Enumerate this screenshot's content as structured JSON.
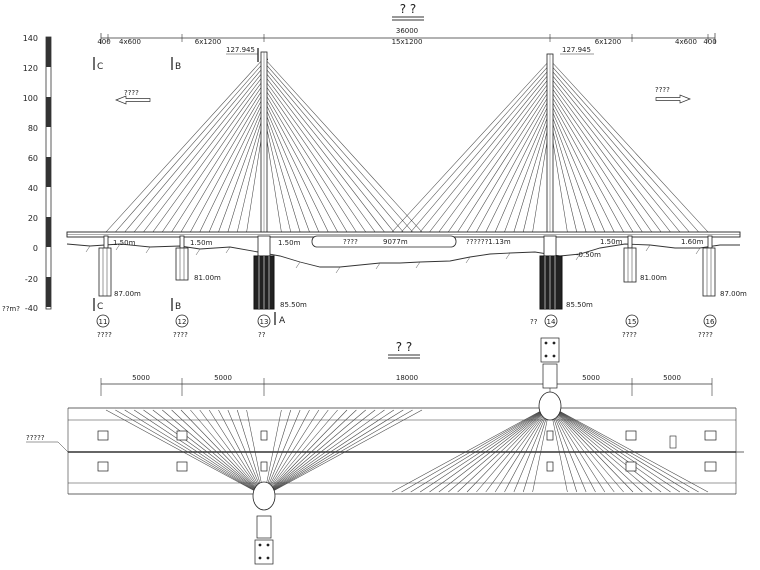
{
  "elevation": {
    "title": "? ?",
    "scale": {
      "ticks": [
        "140",
        "120",
        "100",
        "80",
        "60",
        "40",
        "20",
        "0",
        "-20",
        "-40"
      ],
      "unit": "??m?"
    },
    "top_dims": {
      "total": "36000",
      "seg_left": [
        "400",
        "4x600",
        "6x1200"
      ],
      "seg_mid": "15x1200",
      "seg_right": [
        "6x1200",
        "4x600",
        "400"
      ]
    },
    "section_marks": [
      "C",
      "B",
      "A"
    ],
    "tower_elevations": [
      "127.945",
      "127.945"
    ],
    "flow_labels": [
      "????",
      "????"
    ],
    "levels": [
      "1.50m",
      "1.50m",
      "1.50m",
      "9077m",
      "??????1.13m",
      "1.50m",
      "1.60m",
      "-0.50m"
    ],
    "channel_label": "????",
    "pile_tips": [
      "87.00m",
      "81.00m",
      "85.50m",
      "85.50m",
      "81.00m",
      "87.00m"
    ],
    "pier_ids": [
      "11",
      "12",
      "13",
      "14",
      "15",
      "16"
    ],
    "pier_subs": [
      "????",
      "????",
      "??",
      "??",
      "????",
      "????"
    ]
  },
  "plan": {
    "title": "? ?",
    "dims": [
      "5000",
      "5000",
      "18000",
      "5000",
      "5000"
    ],
    "left_label": "?????"
  }
}
